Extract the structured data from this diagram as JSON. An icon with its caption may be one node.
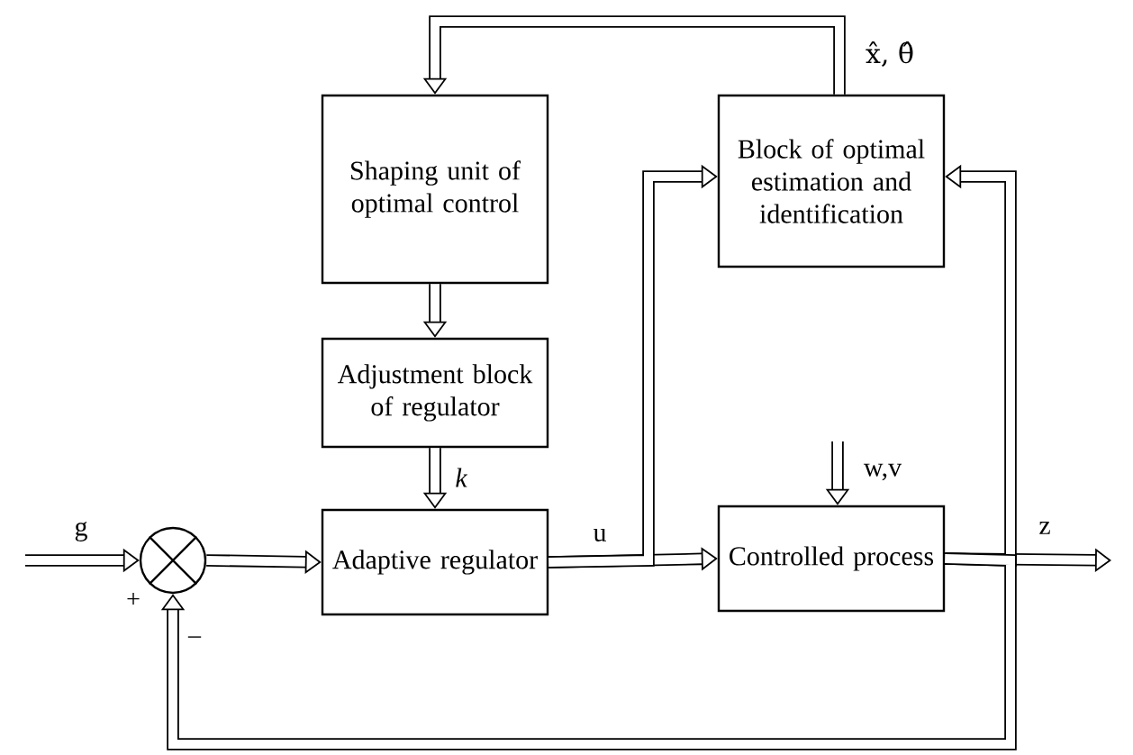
{
  "diagram": {
    "nodes": [
      {
        "text": [
          "Shaping unit of optimal control"
        ]
      },
      {
        "text": [
          "Block of optimal estimation and identification"
        ]
      },
      {
        "text": [
          "Adjustment block of regulator"
        ]
      },
      {
        "text": [],
        "shape": "circle"
      },
      {
        "text": [
          "Adaptive regulator"
        ]
      },
      {
        "text": [
          "Controlled process"
        ]
      }
    ],
    "edges": [
      {
        "from": 1,
        "to": 0,
        "arrow": "to",
        "label": "x̂, θ̂"
      },
      {
        "from": 0,
        "to": 2,
        "arrow": "to"
      },
      {
        "from": 2,
        "to": 4,
        "arrow": "to",
        "label": "k"
      },
      {
        "from": null,
        "to": 3,
        "arrow": "to",
        "label": "g"
      },
      {
        "from": 3,
        "to": 4,
        "arrow": "to"
      },
      {
        "from": 4,
        "to": 5,
        "arrow": "to",
        "label": "u"
      },
      {
        "from": 4,
        "to": 1,
        "arrow": "to"
      },
      {
        "from": 5,
        "to": null,
        "arrow": "to",
        "label": "z"
      },
      {
        "from": 5,
        "to": 1,
        "arrow": "to"
      },
      {
        "from": 5,
        "to": 3,
        "arrow": "to"
      },
      {
        "from": null,
        "to": 5,
        "arrow": "to",
        "label": "w,v"
      }
    ],
    "labels": [
      "+",
      "–"
    ]
  }
}
